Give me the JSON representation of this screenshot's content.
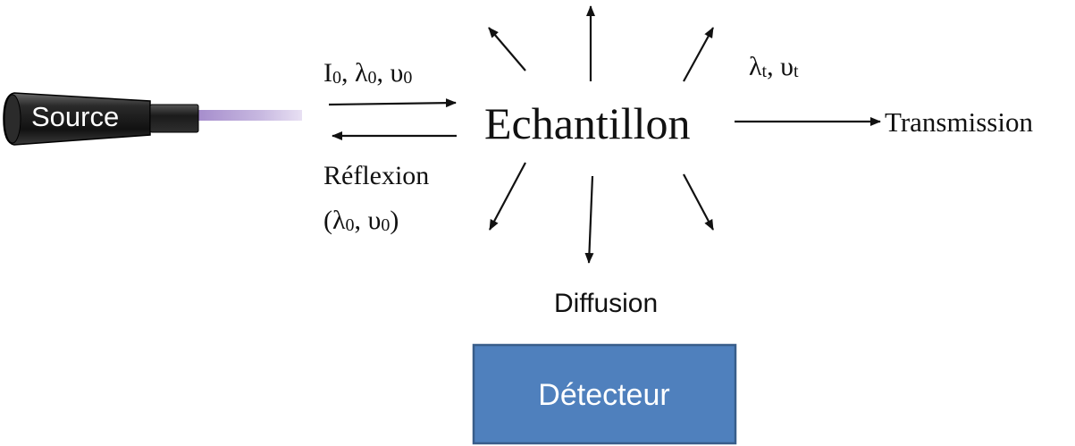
{
  "source": {
    "label": "Source"
  },
  "sample": {
    "label": "Echantillon"
  },
  "incident": {
    "intensity_symbol": "I",
    "wavelength_symbol": "λ",
    "frequency_symbol": "υ",
    "subscript": "0",
    "separator": ", "
  },
  "reflection": {
    "label": "Réflexion",
    "open_paren": "(",
    "close_paren": ")",
    "wavelength_symbol": "λ",
    "frequency_symbol": "υ",
    "subscript": "0",
    "separator": ", "
  },
  "transmitted": {
    "wavelength_symbol": "λ",
    "frequency_symbol": "υ",
    "subscript": "t",
    "separator": ", "
  },
  "transmission": {
    "label": "Transmission"
  },
  "diffusion": {
    "label": "Diffusion"
  },
  "detector": {
    "label": "Détecteur"
  },
  "colors": {
    "detector_fill": "#4f80bd",
    "detector_stroke": "#385d8a",
    "beam": "#b9a6d6",
    "source_body": "#1a1a1a"
  }
}
